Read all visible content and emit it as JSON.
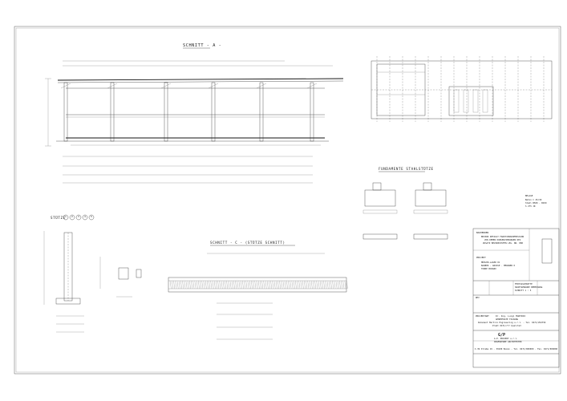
{
  "sheet": {
    "section_a_title": "SCHNITT - A -",
    "foundation_title": "FUNDAMENTE STAHLSTÜTZE",
    "supports_title": "STÜTZE",
    "supports_circles": [
      "1",
      "2",
      "3",
      "4",
      "5"
    ],
    "section_c_title": "SCHNITT - C - (STÜTZE SCHNITT)"
  },
  "title_block": {
    "client_label": "BAUHERREN",
    "client_lines": [
      "BEZIRK DEFAULT FRAKTIONSKOMMISSION",
      "VON DEMEN KONSERVIERUNGEN DES",
      "ZUSATZ BEZIRKSTUFEN LEG. NR. 888"
    ],
    "project_label": "PROJEKT",
    "project_lines": [
      "MÜHLEN-LAGER 01",
      "BAUBER - GROSSE - MERANER K",
      "TORRE BOZANO"
    ],
    "drawing_lines": [
      "FERTIGSCHNITTE",
      "HAUPTGEBÄUDE BEMESSUNG",
      "SCHNITT 1 : 5"
    ],
    "designer_label": "PROJEKTANT",
    "designer_name": "Dr. Ing. Luigi MARTINI",
    "designer_lines": [
      "GENEHMIGTE FASSUNG",
      "Dokument Martini Engineering s.r.l. - Tel. 0471/294756",
      "Prakt 0471/??? Qualitat"
    ],
    "company_logo": "G/P",
    "company_name": "G.P. PROJEKT s.r.l.",
    "company_sub": "INGENIEURE ARCHITEKTEN",
    "footer_address": "I-39 Straße 19 - 39100 Bozen - Tel. 0471/000000 - Fax. 0471/000000",
    "revision_label": "REV"
  },
  "notes": {
    "side_note_lines": [
      "BELAGE",
      "Beton C 25/30",
      "Stahl B500 - B450",
      "S 275 JR"
    ]
  }
}
